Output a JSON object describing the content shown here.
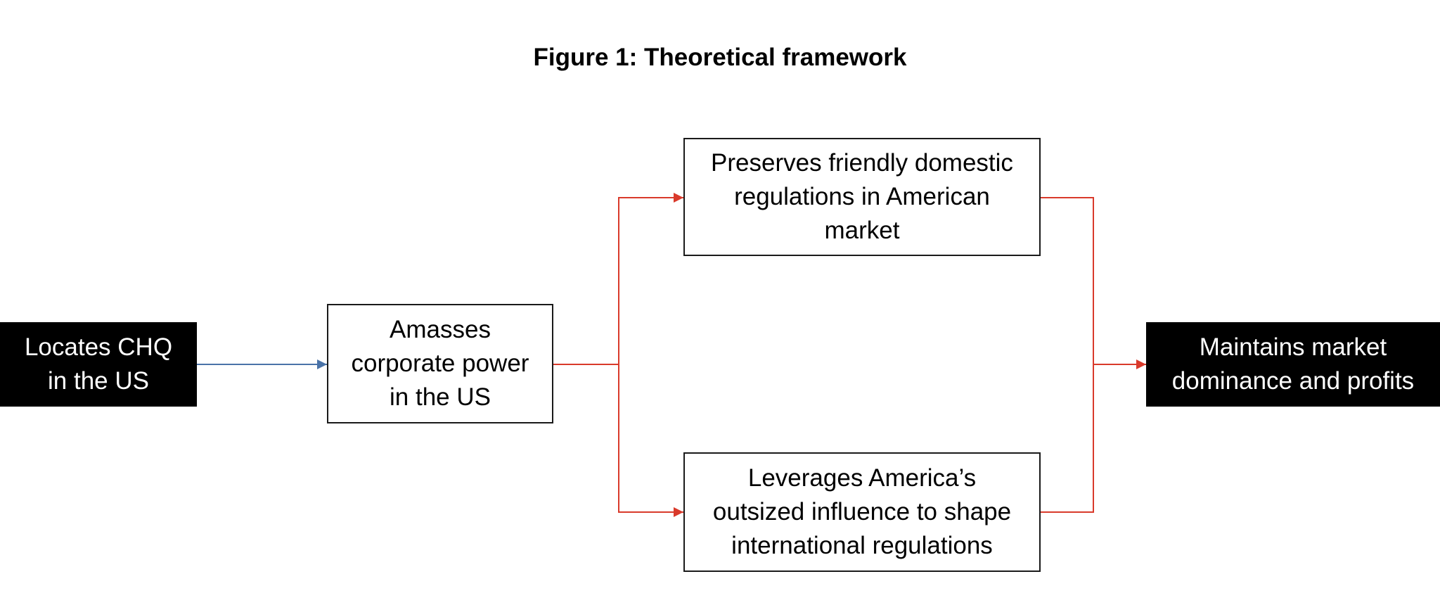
{
  "figure": {
    "title": "Figure 1: Theoretical framework"
  },
  "nodes": {
    "locates": {
      "lines": [
        "Locates CHQ",
        "in the US"
      ]
    },
    "amasses": {
      "lines": [
        "Amasses",
        "corporate power",
        "in the US"
      ]
    },
    "preserves": {
      "lines": [
        "Preserves friendly domestic",
        "regulations in American",
        "market"
      ]
    },
    "leverages": {
      "lines": [
        "Leverages America’s",
        "outsized influence to shape",
        "international regulations"
      ]
    },
    "maintains": {
      "lines": [
        "Maintains market",
        "dominance and profits"
      ]
    }
  },
  "edges": [
    {
      "from": "locates",
      "to": "amasses",
      "color": "#4a73a8"
    },
    {
      "from": "amasses",
      "to": "preserves",
      "color": "#d93a2b"
    },
    {
      "from": "amasses",
      "to": "leverages",
      "color": "#d93a2b"
    },
    {
      "from": "preserves",
      "to": "maintains",
      "color": "#d93a2b"
    },
    {
      "from": "leverages",
      "to": "maintains",
      "color": "#d93a2b"
    }
  ],
  "colors": {
    "dark_box": "#000000",
    "box_border": "#1a1a1a",
    "arrow_blue": "#4a73a8",
    "arrow_red": "#d93a2b"
  }
}
